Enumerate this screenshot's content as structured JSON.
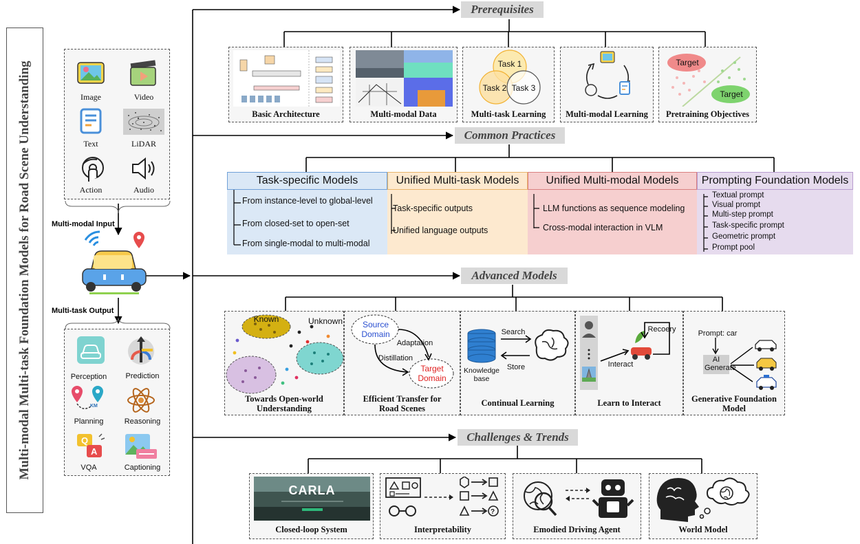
{
  "sidebar": {
    "title": "Multi-modal Multi-task Foundation Models for Road Scene Understanding"
  },
  "inputs": {
    "items": [
      "Image",
      "Video",
      "Text",
      "LiDAR",
      "Action",
      "Audio"
    ],
    "label": "Multi-modal Input"
  },
  "outputs": {
    "items": [
      "Perception",
      "Prediction",
      "Planning",
      "Reasoning",
      "VQA",
      "Captioning"
    ],
    "label": "Multi-task Output",
    "km_badge": "KM"
  },
  "sections": {
    "prerequisites": "Prerequisites",
    "common_practices": "Common Practices",
    "advanced_models": "Advanced  Models",
    "challenges": "Challenges & Trends"
  },
  "prerequisites": {
    "cards": [
      "Basic Architecture",
      "Multi-modal Data",
      "Multi-task Learning",
      "Multi-modal Learning",
      "Pretraining Objectives"
    ],
    "tasks": [
      "Task 1",
      "Task 2",
      "Task 3"
    ],
    "targets": [
      "Target",
      "Target"
    ]
  },
  "common_practices": {
    "columns": [
      {
        "title": "Task-specific Models",
        "items": [
          "From instance-level to global-level",
          "From closed-set to open-set",
          "From single-modal to multi-modal"
        ]
      },
      {
        "title": "Unified Multi-task Models",
        "items": [
          "Task-specific outputs",
          "Unified language outputs"
        ]
      },
      {
        "title": "Unified Multi-modal Models",
        "items": [
          "LLM functions as sequence modeling",
          "Cross-modal interaction in VLM"
        ]
      },
      {
        "title": "Prompting Foundation Models",
        "items": [
          "Textual prompt",
          "Visual prompt",
          "Multi-step prompt",
          "Task-specific prompt",
          "Geometric prompt",
          "Prompt pool"
        ]
      }
    ],
    "colors": [
      "#dbe8f6",
      "#fde9cf",
      "#f6cfcf",
      "#e6dbee"
    ],
    "border_colors": [
      "#6fa0d8",
      "#e8b46a",
      "#d98080",
      "#b89ccf"
    ]
  },
  "advanced": {
    "cards": [
      "Towards Open-world Understanding",
      "Efficient Transfer for Road Scenes",
      "Continual Learning",
      "Learn to Interact",
      "Generative Foundation Model"
    ],
    "open_world": {
      "known": "Known",
      "unknown": "Unknown"
    },
    "transfer": {
      "source": "Source Domain",
      "target": "Target Domain",
      "adaptation": "Adaptation",
      "distillation": "Distillation"
    },
    "continual": {
      "search": "Search",
      "store": "Store",
      "kb": "Knowledge base"
    },
    "interact": {
      "recovery": "Recoery",
      "interact": "Interact"
    },
    "generative": {
      "prompt": "Prompt: car",
      "generate": "AI Generate"
    }
  },
  "challenges": {
    "cards": [
      "Closed-loop System",
      "Interpretability",
      "Emodied Driving Agent",
      "World Model"
    ],
    "carla": "CARLA"
  }
}
